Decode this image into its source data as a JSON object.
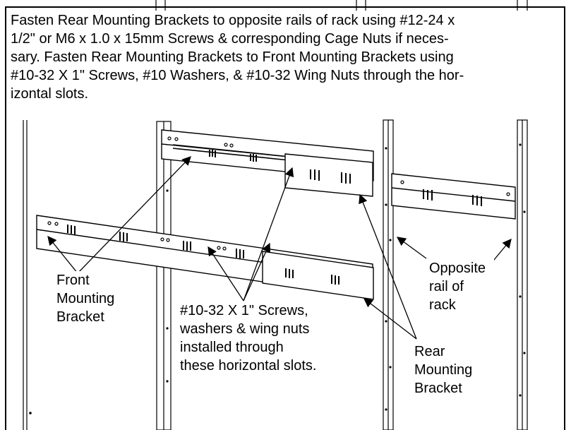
{
  "instruction": {
    "line1": "Fasten Rear Mounting Brackets to opposite rails of rack using #12-24 x",
    "line2": "1/2\" or M6 x 1.0 x 15mm Screws & corresponding Cage Nuts if neces-",
    "line3": "sary. Fasten Rear Mounting Brackets to Front Mounting Brackets using",
    "line4": "#10-32 X 1\" Screws, #10 Washers, & #10-32 Wing Nuts through the hor-",
    "line5": "izontal slots."
  },
  "labels": {
    "front_bracket": [
      "Front",
      "Mounting",
      "Bracket"
    ],
    "screws": [
      "#10-32 X 1\" Screws,",
      "washers & wing nuts",
      "installed through",
      "these horizontal slots."
    ],
    "opposite_rail": [
      "Opposite",
      "rail of",
      "rack"
    ],
    "rear_bracket": [
      "Rear",
      "Mounting",
      "Bracket"
    ]
  }
}
